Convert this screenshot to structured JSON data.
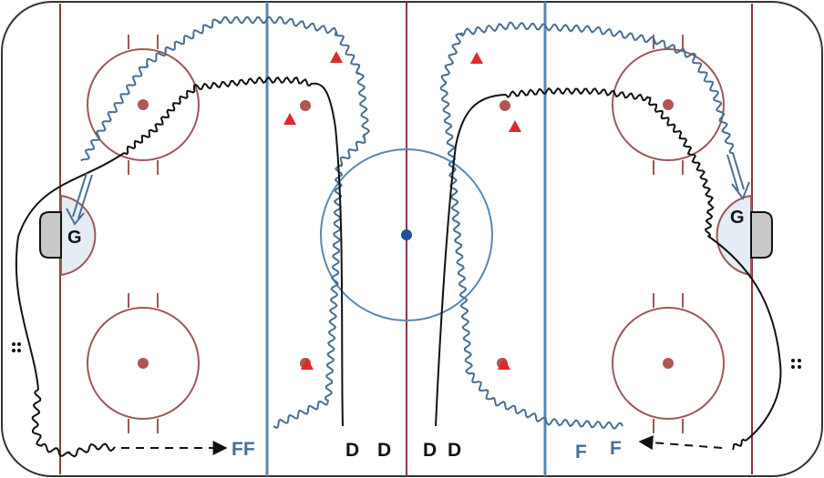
{
  "labels": {
    "goalie_left": "G",
    "goalie_right": "G",
    "forwards_left": "FF",
    "defense_left_1": "D",
    "defense_left_2": "D",
    "defense_right_1": "D",
    "defense_right_2": "D",
    "forward_right_1": "F",
    "forward_right_2": "F"
  },
  "colors": {
    "rink_border": "#333333",
    "goal_line": "#8a3a3a",
    "faceoff_circle": "#9b5a5a",
    "faceoff_dot": "#b35555",
    "blue_line": "#5b87b0",
    "center_circle": "#5b87b0",
    "center_dot": "#1f4fa0",
    "crease_fill": "#e4ecf4",
    "net_fill": "#c8c8c8",
    "skate_path": "#111111",
    "pass_line_blue": "#4a6f93",
    "cone": "#dd2a2a",
    "label_blue": "#4a6f93",
    "label_black": "#111111"
  },
  "icons": {
    "cone": "triangle-cone-icon",
    "puck_pile": "puck-pile-icon",
    "shot_arrow": "double-arrow-icon",
    "pass_arrow": "dashed-arrow-icon"
  }
}
